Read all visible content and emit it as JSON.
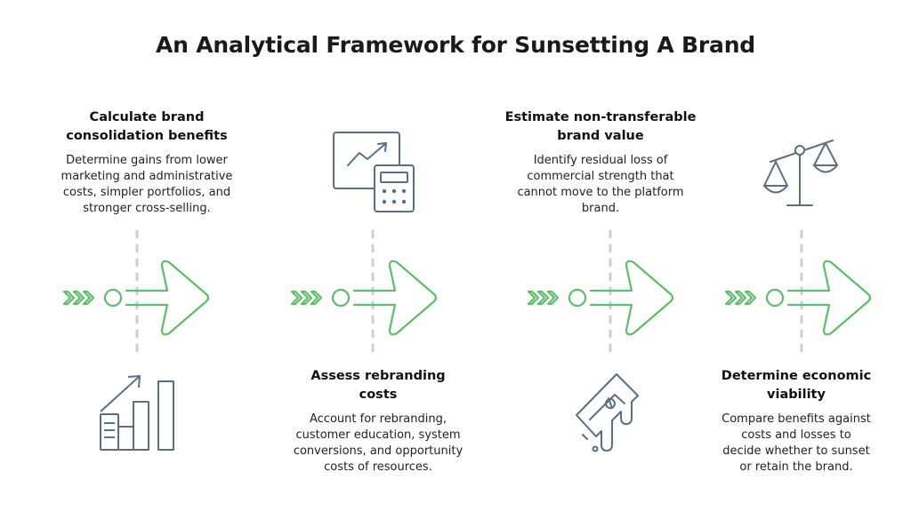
{
  "title": "An Analytical Framework for Sunsetting A Brand",
  "colors": {
    "arrow_green": "#5bbf6a",
    "icon_slate": "#5a6f82",
    "divider_gray": "#cfcfcf"
  },
  "steps": [
    {
      "heading": "Calculate brand\nconsolidation benefits",
      "description": "Determine gains from lower\nmarketing and administrative\ncosts, simpler portfolios, and\nstronger cross-selling.",
      "position": "top",
      "icon": "growth-bar-chart-icon"
    },
    {
      "heading": "Assess rebranding\ncosts",
      "description": "Account for rebranding,\ncustomer education, system\nconversions, and opportunity\ncosts of resources.",
      "position": "bottom",
      "icon": "chart-calculator-icon"
    },
    {
      "heading": "Estimate non-transferable\nbrand value",
      "description": "Identify residual loss of\ncommercial strength that\ncannot move to the platform\nbrand.",
      "position": "top",
      "icon": "melting-money-icon"
    },
    {
      "heading": "Determine economic\nviability",
      "description": "Compare benefits against\ncosts and losses to\ndecide whether to sunset\nor retain the brand.",
      "position": "bottom",
      "icon": "balance-scale-icon"
    }
  ]
}
